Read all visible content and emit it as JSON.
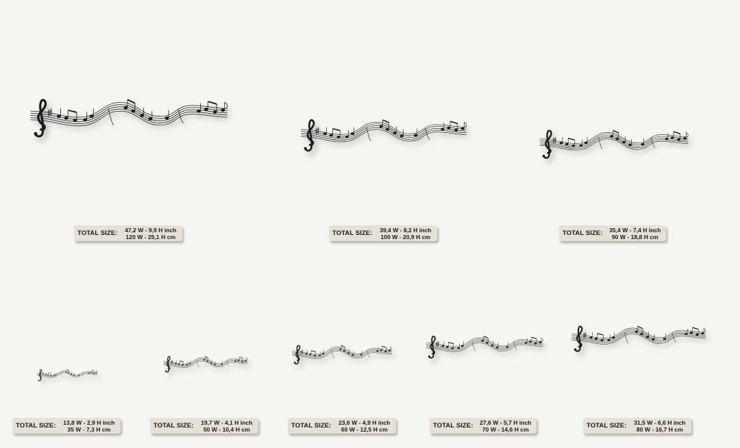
{
  "label": "TOTAL SIZE:",
  "colors": {
    "background": "#f5f5f1",
    "badge": "#e7e0d4",
    "art": "#1a1a1a"
  },
  "art_icon": "music-staff-ribbon-with-treble-clef",
  "items": [
    {
      "inch": "47,2 W - 9,9 H inch",
      "cm": "120 W - 25,1 H cm"
    },
    {
      "inch": "39,4 W - 8,2 H inch",
      "cm": "100 W - 20,9 H cm"
    },
    {
      "inch": "35,4 W - 7,4 H inch",
      "cm": "90 W - 18,8 H cm"
    },
    {
      "inch": "13,8 W - 2,9 H inch",
      "cm": "35 W - 7,3 H cm"
    },
    {
      "inch": "19,7 W - 4,1 H inch",
      "cm": "50 W - 10,4 H cm"
    },
    {
      "inch": "23,6 W - 4,9 H inch",
      "cm": "60 W - 12,5 H cm"
    },
    {
      "inch": "27,6 W - 5,7 H inch",
      "cm": "70 W - 14,6 H cm"
    },
    {
      "inch": "31,5 W - 6,6 H inch",
      "cm": "80 W - 16,7 H cm"
    }
  ]
}
